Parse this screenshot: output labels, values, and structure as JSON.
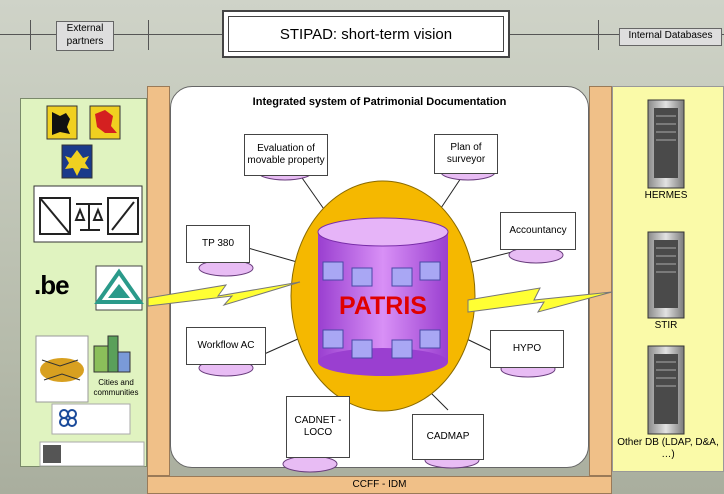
{
  "header": {
    "left_tag": "External partners",
    "title": "STIPAD: short-term vision",
    "right_tag": "Internal Databases"
  },
  "center": {
    "title": "Integrated system of Patrimonial Documentation",
    "core_label": "PATRIS",
    "modules": {
      "evaluation": "Evaluation of movable property",
      "surveyor": "Plan of surveyor",
      "tp380": "TP 380",
      "accountancy": "Accountancy",
      "workflow": "Workflow AC",
      "hypo": "HYPO",
      "cadnet": "CADNET - LOCO",
      "cadmap": "CADMAP"
    }
  },
  "left_panel": {
    "cities_label": "Cities and communities",
    "be_label": ".be"
  },
  "right_panel": {
    "servers": [
      "HERMES",
      "STIR",
      "Other DB (LDAP, D&A, …)"
    ]
  },
  "footer": {
    "bar_label": "CCFF - IDM"
  },
  "colors": {
    "core": "#bb55e8",
    "core_text": "#e00000",
    "ellipse": "#f5b800",
    "left_panel": "#e0f3c0",
    "right_panel": "#fafaa8",
    "pillar": "#f0c088",
    "bolt": "#ffff33"
  }
}
